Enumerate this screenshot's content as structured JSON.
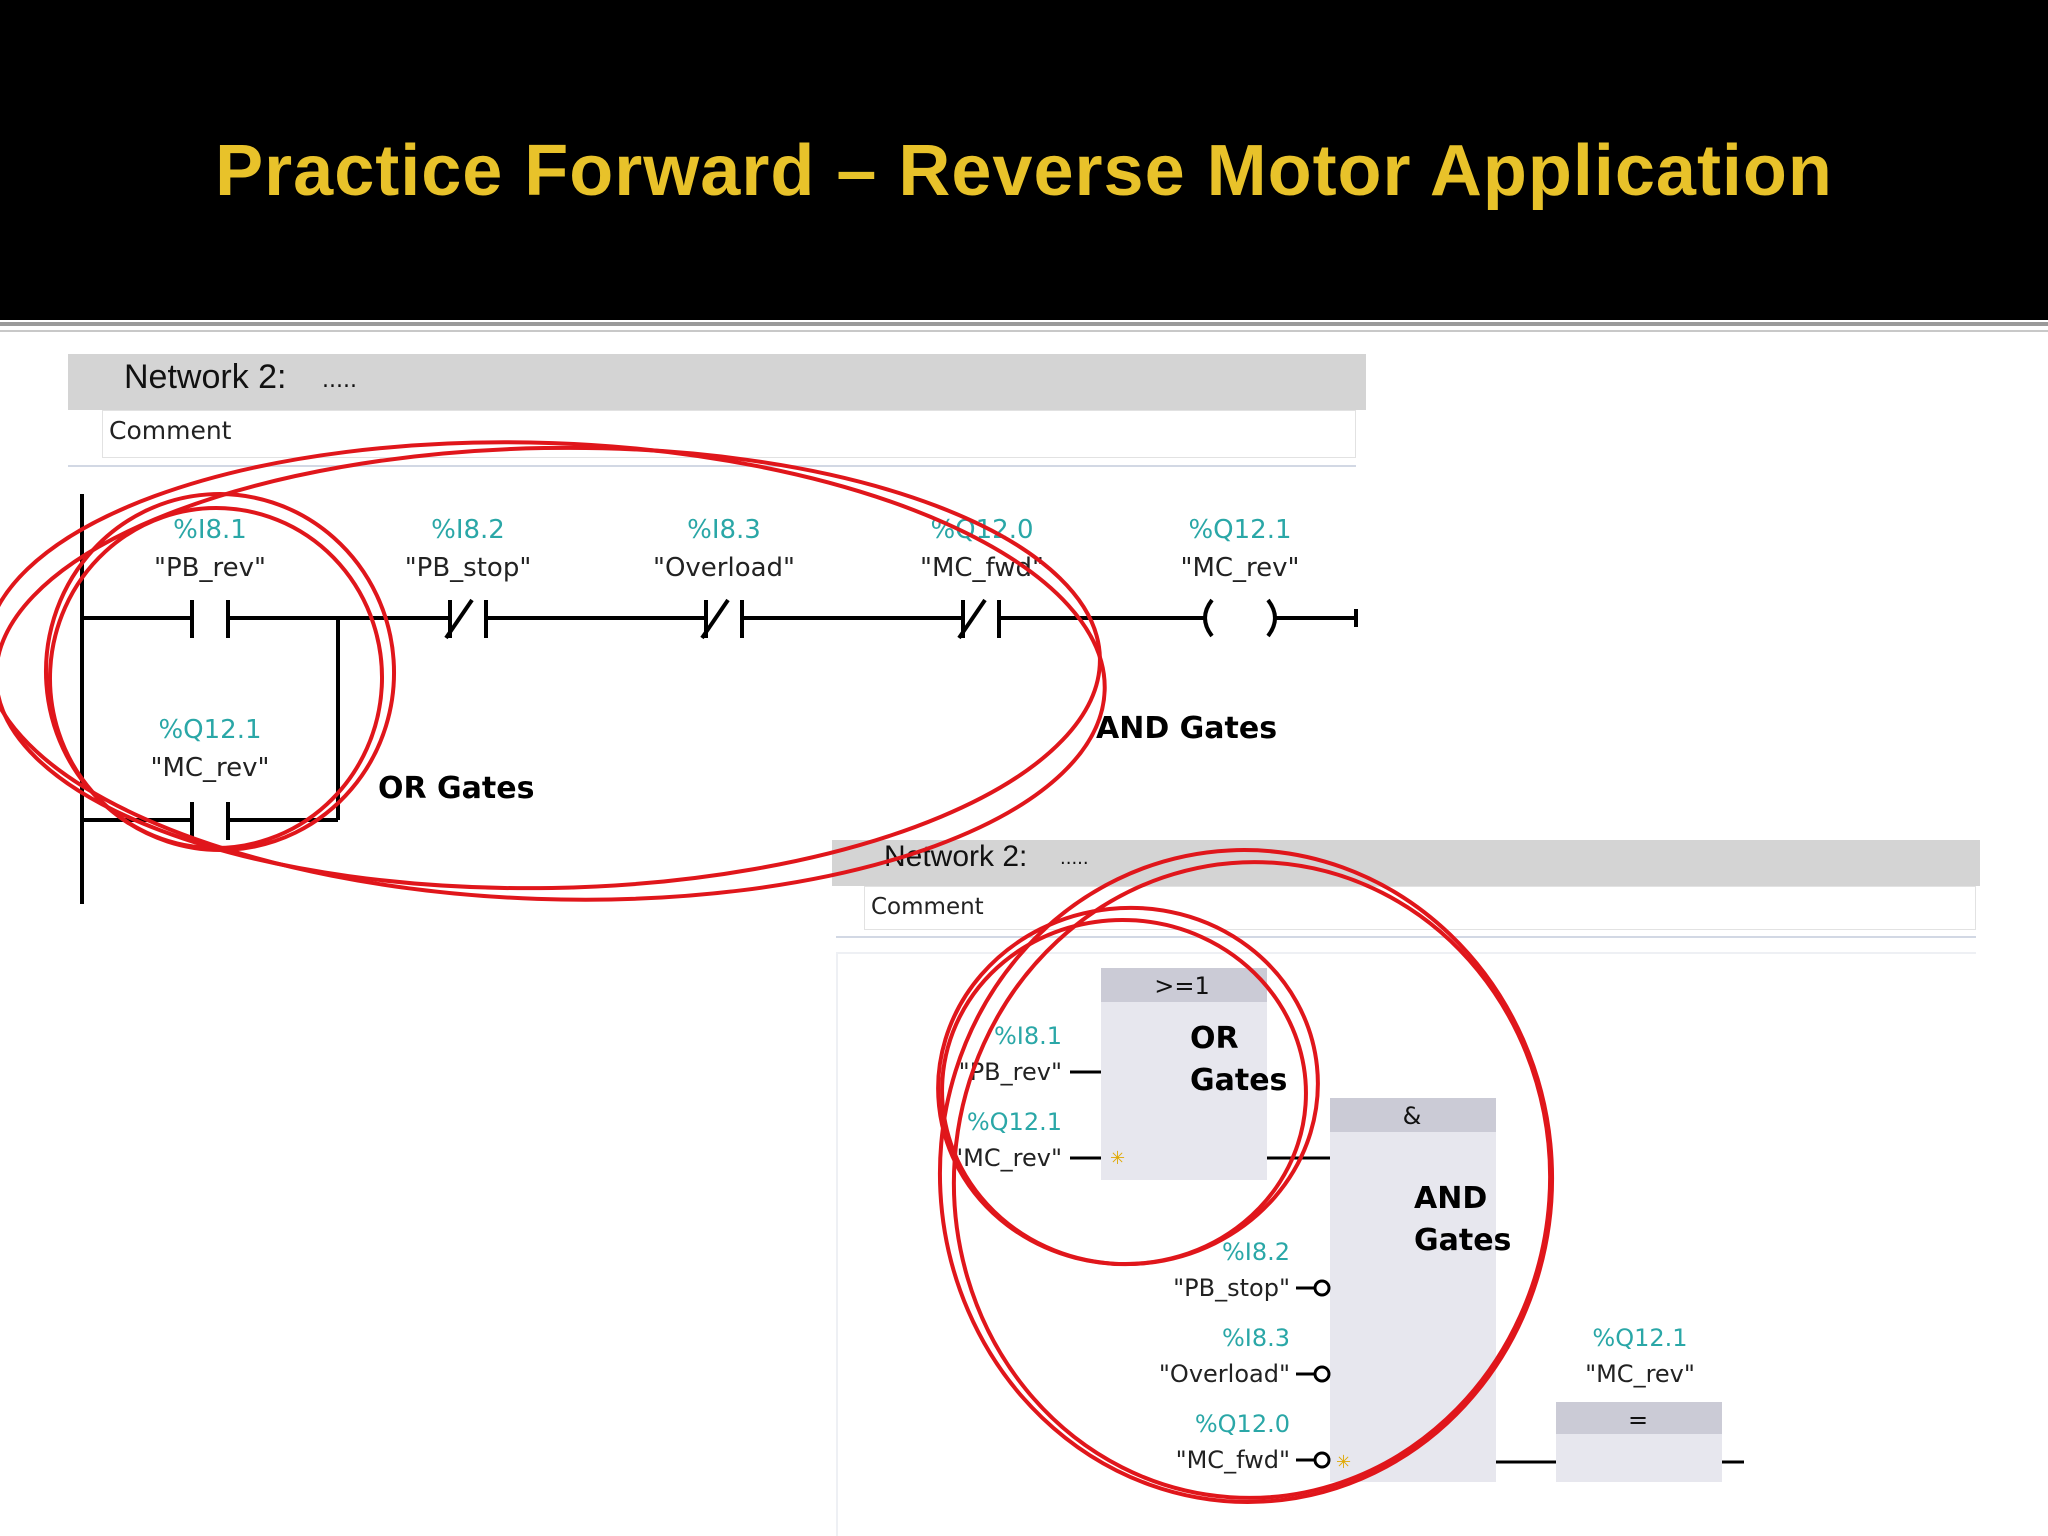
{
  "title": "Practice Forward – Reverse Motor   Application",
  "ladder": {
    "network_title": "Network 2:",
    "network_dots": ".....",
    "comment": "Comment",
    "contacts": [
      {
        "address": "%I8.1",
        "tag": "\"PB_rev\""
      },
      {
        "address": "%I8.2",
        "tag": "\"PB_stop\""
      },
      {
        "address": "%I8.3",
        "tag": "\"Overload\""
      },
      {
        "address": "%Q12.0",
        "tag": "\"MC_fwd\""
      },
      {
        "address": "%Q12.1",
        "tag": "\"MC_rev\""
      }
    ],
    "branch_contact": {
      "address": "%Q12.1",
      "tag": "\"MC_rev\""
    },
    "or_label": "OR Gates",
    "and_label": "AND Gates"
  },
  "fbd": {
    "network_title": "Network 2:",
    "network_dots": ".....",
    "comment": "Comment",
    "or_block_header": ">=1",
    "and_block_header": "&",
    "assign_block_header": "=",
    "or_label_line1": "OR",
    "or_label_line2": "Gates",
    "and_label_line1": "AND",
    "and_label_line2": "Gates",
    "or_inputs": [
      {
        "address": "%I8.1",
        "tag": "\"PB_rev\""
      },
      {
        "address": "%Q12.1",
        "tag": "\"MC_rev\""
      }
    ],
    "and_inputs": [
      {
        "address": "%I8.2",
        "tag": "\"PB_stop\""
      },
      {
        "address": "%I8.3",
        "tag": "\"Overload\""
      },
      {
        "address": "%Q12.0",
        "tag": "\"MC_fwd\""
      }
    ],
    "output": {
      "address": "%Q12.1",
      "tag": "\"MC_rev\""
    }
  },
  "colors": {
    "title": "#e8c22a",
    "address": "#2aa7a7",
    "annotation": "#e0161b",
    "block_header": "#cbcbd6",
    "block_body": "#e7e7ee"
  }
}
